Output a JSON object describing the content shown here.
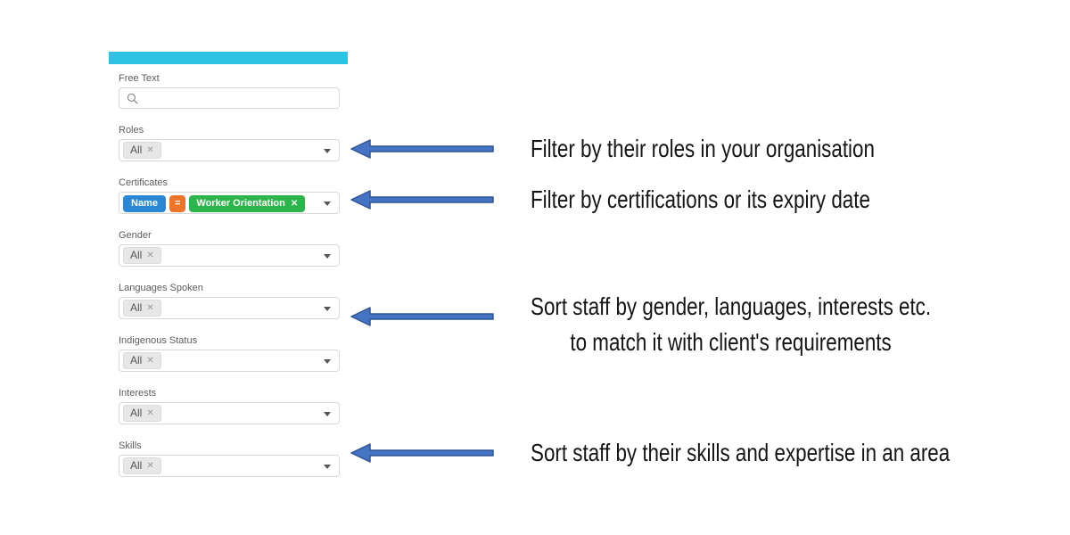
{
  "panel": {
    "search": {
      "label": "Free Text",
      "placeholder": "",
      "value": ""
    },
    "fields": [
      {
        "label": "Roles",
        "chips": [
          {
            "text": "All",
            "style": "gray",
            "removable": true
          }
        ]
      },
      {
        "label": "Certificates",
        "chips": [
          {
            "text": "Name",
            "style": "blue",
            "removable": false
          },
          {
            "text": "=",
            "style": "orange",
            "removable": false
          },
          {
            "text": "Worker Orientation",
            "style": "green",
            "removable": true
          }
        ]
      },
      {
        "label": "Gender",
        "chips": [
          {
            "text": "All",
            "style": "gray",
            "removable": true
          }
        ]
      },
      {
        "label": "Languages Spoken",
        "chips": [
          {
            "text": "All",
            "style": "gray",
            "removable": true
          }
        ]
      },
      {
        "label": "Indigenous Status",
        "chips": [
          {
            "text": "All",
            "style": "gray",
            "removable": true
          }
        ]
      },
      {
        "label": "Interests",
        "chips": [
          {
            "text": "All",
            "style": "gray",
            "removable": true
          }
        ]
      },
      {
        "label": "Skills",
        "chips": [
          {
            "text": "All",
            "style": "gray",
            "removable": true
          }
        ]
      }
    ]
  },
  "annotations": [
    {
      "lines": [
        "Filter by their roles in your organisation"
      ],
      "align": "left"
    },
    {
      "lines": [
        "Filter by certifications or its expiry date"
      ],
      "align": "left"
    },
    {
      "lines": [
        "Sort staff by gender, languages, interests etc.",
        "to match it with client's requirements"
      ],
      "align": "center"
    },
    {
      "lines": [
        "Sort staff by their skills and expertise in an area"
      ],
      "align": "left"
    }
  ],
  "glyphs": {
    "remove": "✕"
  },
  "colors": {
    "header_cyan": "#2EC3E5",
    "chip_blue": "#2B87D3",
    "chip_orange": "#EE7528",
    "chip_green": "#2CB54A",
    "arrow_fill": "#4574C4",
    "arrow_stroke": "#2F5597"
  }
}
